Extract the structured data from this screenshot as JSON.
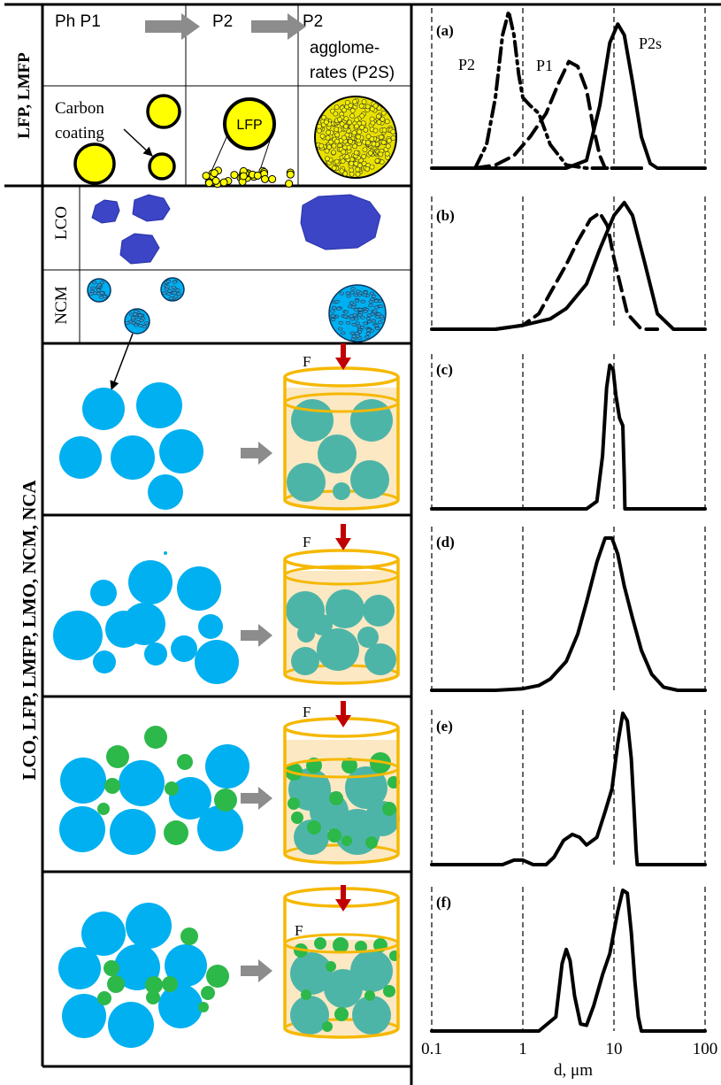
{
  "left": {
    "side_label_top": "LFP, LMFP",
    "side_label_bottom": "LCO, LFP, LMFP, LMO, NCM, NCA",
    "row_a": {
      "col1": "Ph P1",
      "col2": "P2",
      "col3_line1": "P2",
      "col3_line2": "agglome-",
      "col3_line3": "rates (P2S)",
      "coating_line1": "Carbon",
      "coating_line2": "coating",
      "lfp_label": "LFP"
    },
    "row_b": {
      "lco_label": "LCO",
      "ncm_label": "NCM"
    },
    "force_label": "F",
    "colors": {
      "primary": "#00B0F0",
      "secondary_green": "#2DB84A",
      "lfp_yellow": "#FFFF00",
      "lco_blue": "#3B45C6",
      "container": "#F5B800",
      "fluid": "#FCE8C2",
      "arrow_red": "#C00000",
      "arrow_grey": "#8C8C8C"
    }
  },
  "chart_data": [
    {
      "type": "line",
      "panel": "(a)",
      "xscale": "log",
      "xlim": [
        0.1,
        100
      ],
      "series": [
        {
          "name": "P2",
          "style": "dash-dot",
          "x": [
            0.3,
            0.4,
            0.5,
            0.6,
            0.7,
            0.8,
            0.9,
            1.0,
            1.2,
            1.5,
            2.0,
            3.0,
            5.0,
            8.0,
            10.0,
            20.0
          ],
          "y": [
            0.0,
            0.15,
            0.45,
            0.85,
            1.0,
            0.85,
            0.6,
            0.45,
            0.4,
            0.35,
            0.15,
            0.02,
            0.0,
            0.0,
            0.0,
            0.0
          ]
        },
        {
          "name": "P1",
          "style": "dash",
          "x": [
            0.3,
            0.5,
            0.8,
            1.2,
            1.8,
            2.5,
            3.2,
            4.0,
            5.0,
            6.0,
            7.0,
            8.0,
            10.0,
            20.0
          ],
          "y": [
            0.0,
            0.02,
            0.08,
            0.2,
            0.35,
            0.55,
            0.68,
            0.65,
            0.5,
            0.25,
            0.08,
            0.0,
            0.0,
            0.0
          ]
        },
        {
          "name": "P2s",
          "style": "solid",
          "x": [
            0.1,
            1.0,
            3.0,
            5.0,
            7.0,
            9.0,
            11.0,
            13.0,
            16.0,
            20.0,
            25.0,
            30.0,
            100.0
          ],
          "y": [
            0.0,
            0.0,
            0.0,
            0.05,
            0.4,
            0.8,
            0.92,
            0.85,
            0.55,
            0.2,
            0.03,
            0.0,
            0.0
          ]
        }
      ]
    },
    {
      "type": "line",
      "panel": "(b)",
      "xscale": "log",
      "xlim": [
        0.1,
        100
      ],
      "series": [
        {
          "style": "dash",
          "x": [
            0.5,
            1.0,
            1.5,
            2.0,
            3.0,
            4.0,
            5.5,
            7.0,
            8.5,
            10.0,
            14.0,
            20.0,
            30.0
          ],
          "y": [
            0.0,
            0.03,
            0.12,
            0.28,
            0.5,
            0.68,
            0.85,
            0.9,
            0.8,
            0.55,
            0.12,
            0.0,
            0.0
          ]
        },
        {
          "style": "solid",
          "x": [
            0.1,
            0.5,
            1.0,
            2.0,
            3.0,
            5.0,
            7.0,
            10.0,
            13.0,
            16.0,
            22.0,
            30.0,
            45.0,
            100.0
          ],
          "y": [
            0.0,
            0.0,
            0.03,
            0.08,
            0.16,
            0.35,
            0.62,
            0.88,
            0.98,
            0.88,
            0.5,
            0.12,
            0.0,
            0.0
          ]
        }
      ]
    },
    {
      "type": "line",
      "panel": "(c)",
      "xscale": "log",
      "xlim": [
        0.1,
        100
      ],
      "series": [
        {
          "style": "solid",
          "x": [
            0.1,
            5.0,
            6.5,
            7.5,
            8.3,
            9.0,
            9.8,
            10.5,
            11.5,
            12.5,
            13.0,
            13.2,
            100.0
          ],
          "y": [
            0.0,
            0.0,
            0.05,
            0.35,
            0.8,
            0.95,
            0.92,
            0.75,
            0.6,
            0.55,
            0.2,
            0.0,
            0.0
          ]
        }
      ]
    },
    {
      "type": "line",
      "panel": "(d)",
      "xscale": "log",
      "xlim": [
        0.1,
        100
      ],
      "series": [
        {
          "style": "solid",
          "x": [
            0.1,
            0.5,
            1.0,
            1.5,
            2.0,
            3.0,
            4.0,
            5.0,
            6.5,
            8.0,
            9.5,
            11.0,
            13.0,
            16.0,
            20.0,
            26.0,
            35.0,
            50.0,
            100.0
          ],
          "y": [
            0.0,
            0.0,
            0.01,
            0.03,
            0.07,
            0.18,
            0.35,
            0.55,
            0.8,
            0.95,
            0.95,
            0.85,
            0.65,
            0.45,
            0.25,
            0.1,
            0.02,
            0.0,
            0.0
          ]
        }
      ]
    },
    {
      "type": "line",
      "panel": "(e)",
      "xscale": "log",
      "xlim": [
        0.1,
        100
      ],
      "series": [
        {
          "style": "solid",
          "x": [
            0.1,
            0.6,
            0.8,
            1.0,
            1.3,
            1.8,
            2.2,
            2.8,
            3.5,
            4.2,
            5.0,
            6.5,
            8.0,
            9.5,
            11.0,
            12.5,
            14.0,
            15.5,
            16.5,
            17.5,
            18.0,
            100.0
          ],
          "y": [
            0.0,
            0.0,
            0.03,
            0.03,
            0.0,
            0.0,
            0.05,
            0.16,
            0.2,
            0.18,
            0.13,
            0.18,
            0.35,
            0.5,
            0.8,
            1.0,
            0.95,
            0.7,
            0.4,
            0.1,
            0.0,
            0.0
          ]
        }
      ]
    },
    {
      "type": "line",
      "panel": "(f)",
      "xscale": "log",
      "xlim": [
        0.1,
        100
      ],
      "series": [
        {
          "style": "solid",
          "x": [
            0.1,
            1.5,
            2.3,
            2.7,
            3.0,
            3.3,
            3.7,
            4.3,
            5.0,
            6.0,
            7.5,
            9.0,
            11.0,
            12.5,
            14.0,
            15.5,
            17.0,
            18.5,
            20.0,
            100.0
          ],
          "y": [
            0.0,
            0.0,
            0.1,
            0.48,
            0.58,
            0.5,
            0.25,
            0.05,
            0.04,
            0.18,
            0.4,
            0.55,
            0.85,
            1.0,
            0.98,
            0.7,
            0.35,
            0.1,
            0.0,
            0.0
          ]
        }
      ]
    }
  ],
  "axis": {
    "ticks": [
      {
        "value": 0.1,
        "label": "0.1"
      },
      {
        "value": 1,
        "label": "1"
      },
      {
        "value": 10,
        "label": "10"
      },
      {
        "value": 100,
        "label": "100"
      }
    ],
    "xlabel": "d, μm"
  },
  "panel_labels": [
    "(a)",
    "(b)",
    "(c)",
    "(d)",
    "(e)",
    "(f)"
  ],
  "curve_labels": {
    "p2": "P2",
    "p1": "P1",
    "p2s": "P2s"
  }
}
